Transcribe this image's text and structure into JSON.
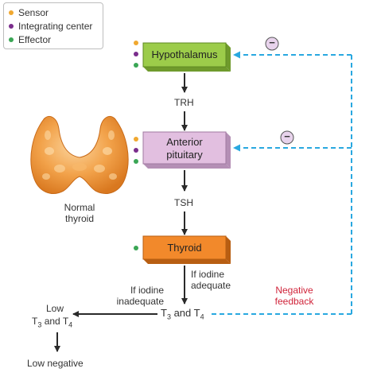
{
  "legend": [
    {
      "label": "Sensor",
      "color": "#f0a830"
    },
    {
      "label": "Integrating center",
      "color": "#7a2d8c"
    },
    {
      "label": "Effector",
      "color": "#3aa655"
    }
  ],
  "boxes": {
    "hypothalamus": {
      "label": "Hypothalamus",
      "color": "#9ccc4a"
    },
    "anterior_pituitary": {
      "line1": "Anterior",
      "line2": "pituitary",
      "color": "#e2bfe0"
    },
    "thyroid": {
      "label": "Thyroid",
      "color": "#f2892b"
    }
  },
  "labels": {
    "trh": "TRH",
    "tsh": "TSH",
    "normal_thyroid_1": "Normal",
    "normal_thyroid_2": "thyroid",
    "if_iodine_adequate_1": "If iodine",
    "if_iodine_adequate_2": "adequate",
    "if_iodine_inadequate_1": "If iodine",
    "if_iodine_inadequate_2": "inadequate",
    "t3_t4": {
      "t": "T",
      "s3": "3",
      "and": " and T",
      "s4": "4"
    },
    "low": "Low",
    "low_t3_t4": {
      "t": "T",
      "s3": "3",
      "and": " and T",
      "s4": "4"
    },
    "low_negative": "Low negative",
    "negative_feedback_1": "Negative",
    "negative_feedback_2": "feedback",
    "minus_sign": "−"
  },
  "colors": {
    "feedback_line": "#29a8e0",
    "feedback_text": "#d0243a",
    "arrow": "#2a2a2a"
  }
}
